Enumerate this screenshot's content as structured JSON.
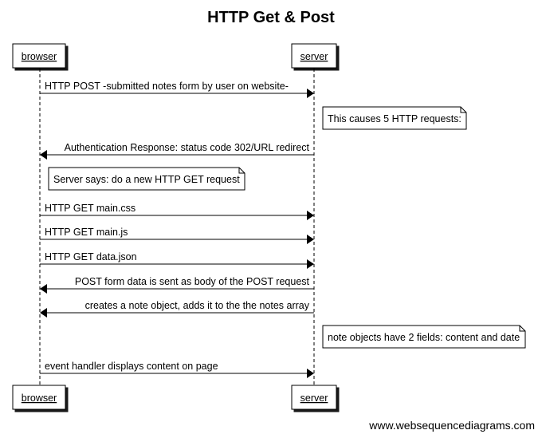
{
  "title": "HTTP Get & Post",
  "participants": {
    "left": "browser",
    "right": "server"
  },
  "messages": [
    {
      "from": "left",
      "to": "right",
      "label": "HTTP POST -submitted notes form by user on website-"
    },
    {
      "note": true,
      "side": "right",
      "label": "This causes 5 HTTP requests:"
    },
    {
      "from": "right",
      "to": "left",
      "label": "Authentication Response: status code 302/URL redirect"
    },
    {
      "note": true,
      "side": "left",
      "label": "Server says: do a new HTTP GET request"
    },
    {
      "from": "left",
      "to": "right",
      "label": "HTTP GET main.css"
    },
    {
      "from": "left",
      "to": "right",
      "label": "HTTP GET main.js"
    },
    {
      "from": "left",
      "to": "right",
      "label": "HTTP GET data.json"
    },
    {
      "from": "right",
      "to": "left",
      "label": "POST form data is sent as body of the POST request"
    },
    {
      "from": "right",
      "to": "left",
      "label": "creates a note object, adds it to the the notes array"
    },
    {
      "note": true,
      "side": "right",
      "label": "note objects have 2 fields: content and date"
    },
    {
      "from": "left",
      "to": "right",
      "label": "event handler displays content on page"
    }
  ],
  "footer": "www.websequencediagrams.com"
}
